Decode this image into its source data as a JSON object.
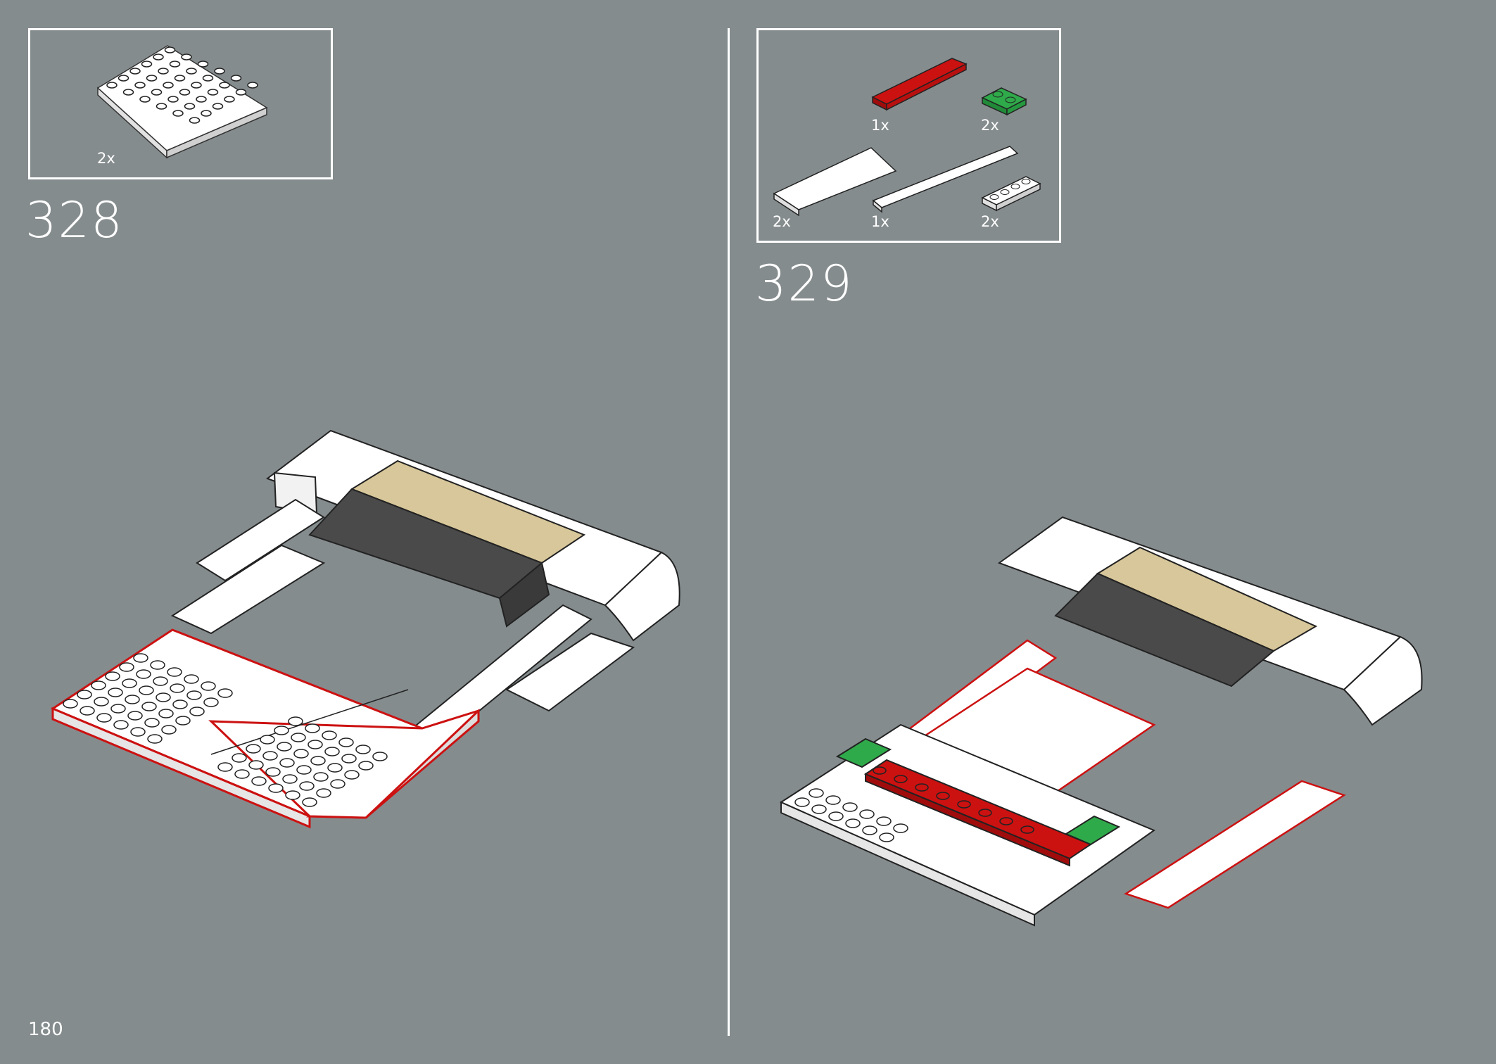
{
  "page": {
    "number": "180"
  },
  "colors": {
    "background": "#858c8e",
    "white_brick": "#ffffff",
    "red": "#cc1111",
    "green": "#2faa4a",
    "tan": "#d8c79a",
    "dark_gray": "#4a4a4a"
  },
  "steps": [
    {
      "number": "328",
      "parts": [
        {
          "name": "white-6x6-plate",
          "qty": "2x"
        }
      ]
    },
    {
      "number": "329",
      "parts": [
        {
          "name": "red-1x8-plate",
          "qty": "1x"
        },
        {
          "name": "green-1x2-plate",
          "qty": "2x"
        },
        {
          "name": "white-2x6-tile",
          "qty": "2x"
        },
        {
          "name": "white-1x8-tile",
          "qty": "1x"
        },
        {
          "name": "white-1x4-plate",
          "qty": "2x"
        }
      ]
    }
  ]
}
